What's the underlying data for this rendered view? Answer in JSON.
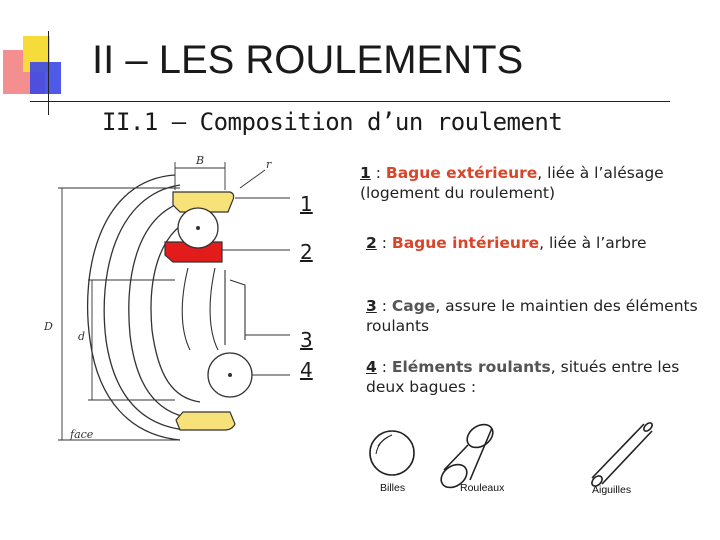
{
  "title": "II – LES ROULEMENTS",
  "subtitle": "II.1 – Composition d’un roulement",
  "numbers": {
    "n1": "1",
    "n2": "2",
    "n3": "3",
    "n4": "4"
  },
  "items": [
    {
      "num": "1",
      "sep": " : ",
      "term": "Bague extérieure",
      "rest": ", liée à l’alésage (logement du roulement)"
    },
    {
      "num": "2",
      "sep": " : ",
      "term": "Bague intérieure",
      "rest": ", liée à l’arbre"
    },
    {
      "num": "3",
      "sep": " : ",
      "term": "Cage",
      "rest": ", assure le maintien des éléments roulants"
    },
    {
      "num": "4",
      "sep": " : ",
      "term": "Eléments roulants",
      "rest": ", situés entre les deux bagues :"
    }
  ],
  "drawing_labels": {
    "B": "B",
    "r": "r",
    "D": "D",
    "d": "d",
    "face": "face"
  },
  "rolling_elements": {
    "billes": "Billes",
    "rouleaux": "Rouleaux",
    "aiguilles": "Aiguilles"
  },
  "colors": {
    "outer_ring": "#f7e27a",
    "inner_ring": "#e21b1b",
    "accent_term": "#d8452a",
    "deco_yellow": "#f5dc3a",
    "deco_red": "#f06a6a",
    "deco_blue": "#3c48e6"
  }
}
